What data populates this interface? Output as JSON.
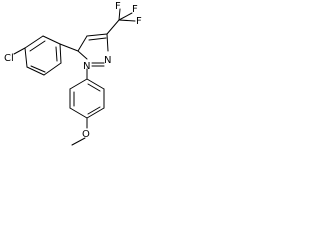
{
  "atoms": {
    "cl": "Cl",
    "n1": "N",
    "n2": "N",
    "o": "O",
    "f_top_left": "F",
    "f_top_right": "F",
    "f_right": "F"
  },
  "colors": {
    "bond": "#000000",
    "text": "#000000",
    "background": "#ffffff"
  }
}
